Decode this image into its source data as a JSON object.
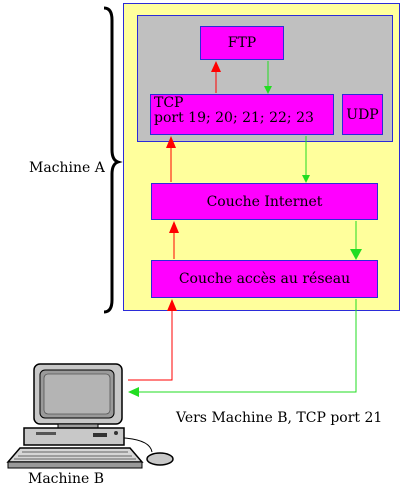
{
  "machine_a": {
    "label": "Machine A",
    "layers": {
      "ftp": "FTP",
      "tcp_line1": "TCP",
      "tcp_line2": "port 19; 20; 21; 22; 23",
      "udp": "UDP",
      "internet": "Couche Internet",
      "network_access": "Couche accès au réseau"
    }
  },
  "machine_b": {
    "label": "Machine B"
  },
  "connection_label": "Vers Machine B, TCP port 21",
  "colors": {
    "panel_yellow": "#ffff9c",
    "transport_gray": "#c0c0c0",
    "layer_magenta": "#ff00ff",
    "border_blue": "#2b2bd8",
    "arrow_up_red": "#ff0000",
    "arrow_down_green": "#22dd22"
  }
}
